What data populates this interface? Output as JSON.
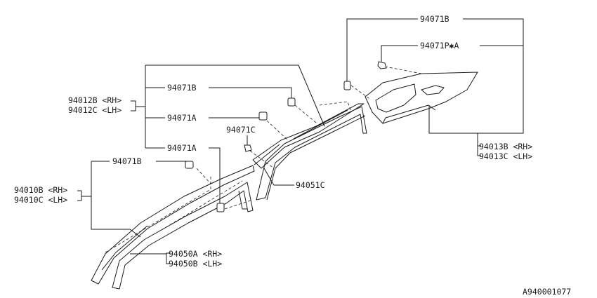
{
  "diagram_id": "A940001077",
  "labels": {
    "p94071B_top": "94071B",
    "p94071PA": "94071P✱A",
    "p94071B_mid": "94071B",
    "p94071A_mid": "94071A",
    "p94071C": "94071C",
    "p94071A_low": "94071A",
    "p94071B_low": "94071B",
    "p94012B": "94012B <RH>",
    "p94012C": "94012C <LH>",
    "p94010B": "94010B <RH>",
    "p94010C": "94010C <LH>",
    "p94013B": "94013B <RH>",
    "p94013C": "94013C <LH>",
    "p94051C": "94051C",
    "p94050A": "94050A <RH>",
    "p94050B": "94050B <LH>"
  }
}
